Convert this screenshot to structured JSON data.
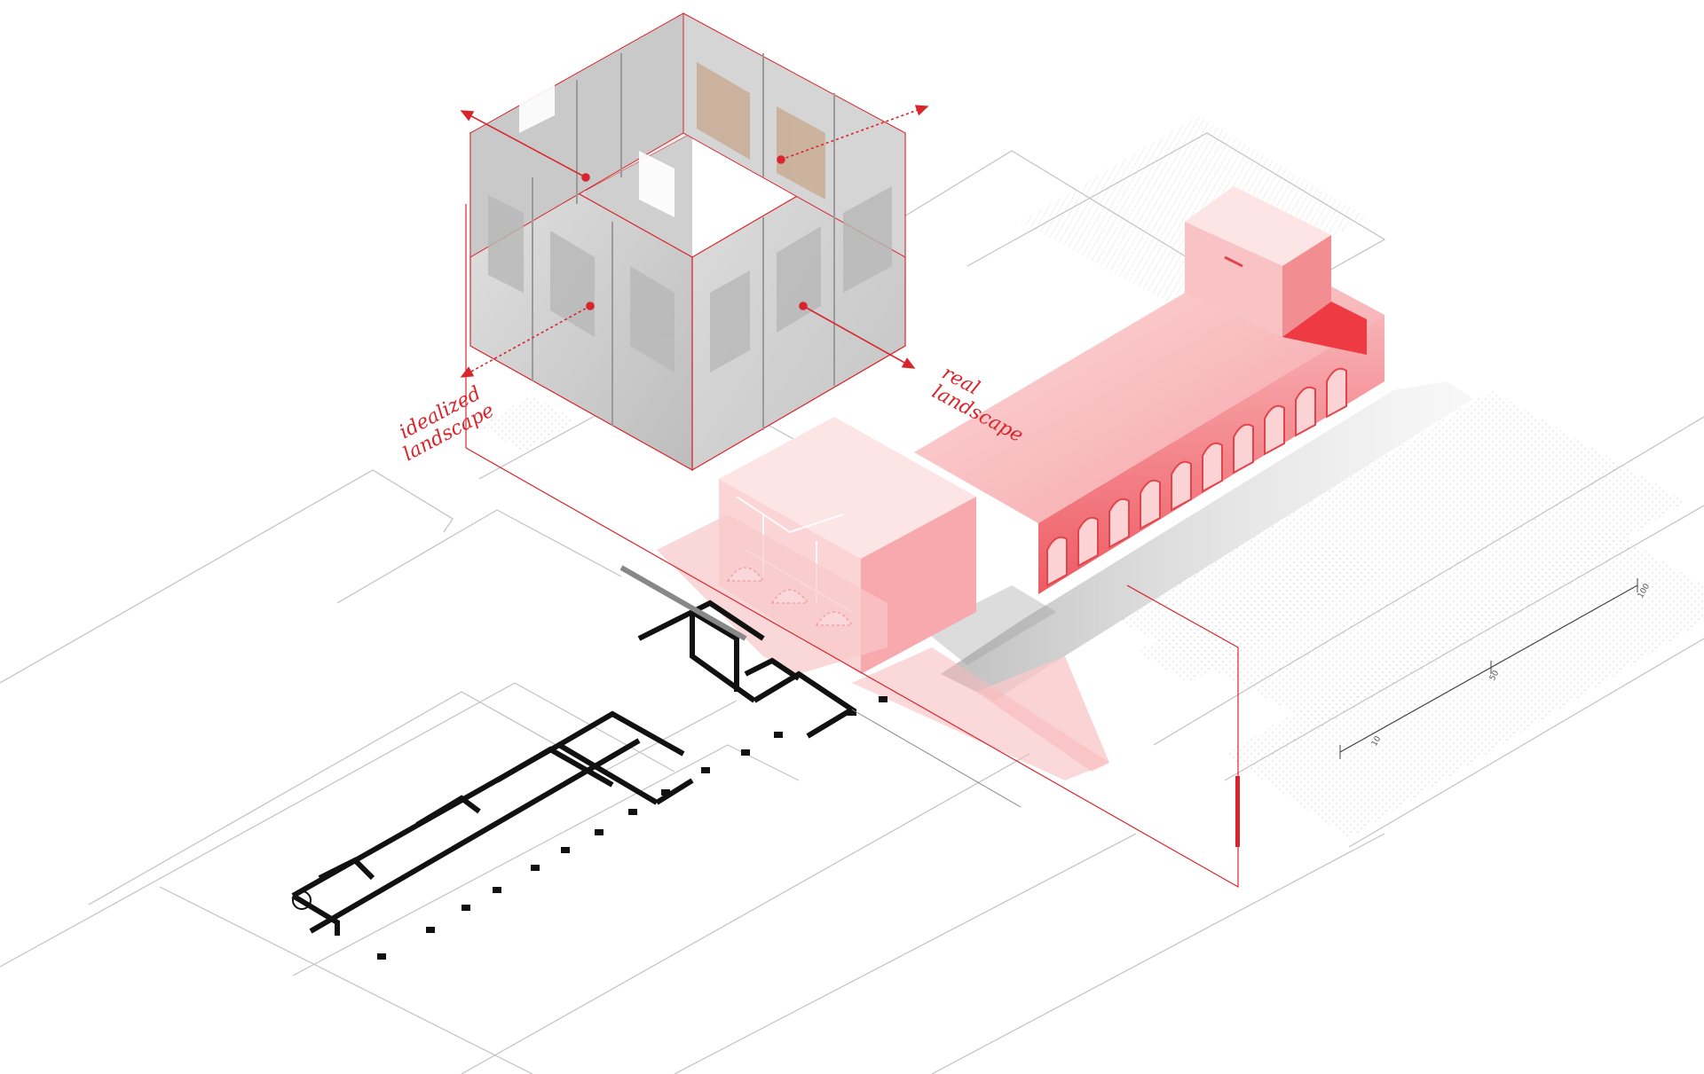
{
  "labels": {
    "idealized": [
      "idealized",
      "landscape"
    ],
    "real": [
      "real",
      "landscape"
    ]
  },
  "scale": {
    "ticks": [
      "10",
      "50",
      "100"
    ]
  },
  "colors": {
    "accent": "#d8252b",
    "building": "#f7a8ab",
    "building_dark": "#ef4d55",
    "plan": "#111111",
    "site_lines": "#b9b9b9",
    "fresco": "#d9d9d9"
  }
}
